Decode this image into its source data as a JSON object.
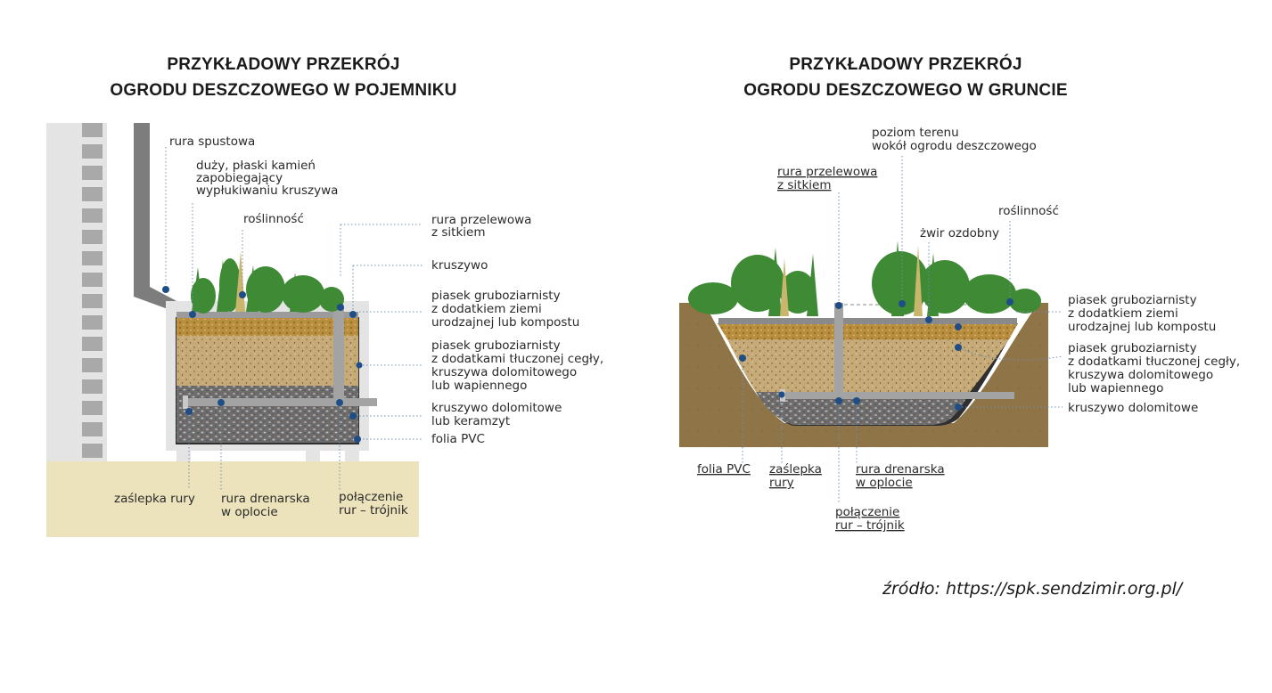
{
  "left": {
    "title_line1": "PRZYKŁADOWY PRZEKRÓJ",
    "title_line2": "OGRODU DESZCZOWEGO W POJEMNIKU",
    "labels": {
      "rura_spustowa": "rura spustowa",
      "kamien_1": "duży, płaski kamień",
      "kamien_2": "zapobiegający",
      "kamien_3": "wypłukiwaniu kruszywa",
      "roslinnosc": "roślinność",
      "rura_przelewowa_1": "rura przelewowa",
      "rura_przelewowa_2": "z sitkiem",
      "kruszywo": "kruszywo",
      "piasek1_1": "piasek gruboziarnisty",
      "piasek1_2": "z dodatkiem ziemi",
      "piasek1_3": "urodzajnej lub kompostu",
      "piasek2_1": "piasek gruboziarnisty",
      "piasek2_2": "z dodatkami tłuczonej cegły,",
      "piasek2_3": "kruszywa dolomitowego",
      "piasek2_4": "lub wapiennego",
      "dolomit_1": "kruszywo dolomitowe",
      "dolomit_2": "lub keramzyt",
      "folia": "folia PVC",
      "zaslepka": "zaślepka rury",
      "drenarska_1": "rura drenarska",
      "drenarska_2": "w oplocie",
      "polaczenie_1": "połączenie",
      "polaczenie_2": "rur – trójnik"
    }
  },
  "right": {
    "title_line1": "PRZYKŁADOWY PRZEKRÓJ",
    "title_line2": "OGRODU DESZCZOWEGO W GRUNCIE",
    "labels": {
      "poziom_1": "poziom terenu",
      "poziom_2": "wokół ogrodu deszczowego",
      "rura_przelewowa_1": "rura przelewowa",
      "rura_przelewowa_2": "z sitkiem",
      "roslinnosc": "roślinność",
      "zwir": "żwir ozdobny",
      "piasek1_1": "piasek gruboziarnisty",
      "piasek1_2": "z dodatkiem ziemi",
      "piasek1_3": "urodzajnej lub kompostu",
      "piasek2_1": "piasek gruboziarnisty",
      "piasek2_2": "z dodatkami tłuczonej cegły,",
      "piasek2_3": "kruszywa dolomitowego",
      "piasek2_4": "lub wapiennego",
      "dolomit": "kruszywo dolomitowe",
      "folia": "folia PVC",
      "zaslepka_1": "zaślepka",
      "zaslepka_2": "rury",
      "drenarska_1": "rura drenarska",
      "drenarska_2": "w oplocie",
      "polaczenie_1": "połączenie",
      "polaczenie_2": "rur – trójnik"
    }
  },
  "source": "źródło: https://spk.sendzimir.org.pl/",
  "colors": {
    "wall": "#e4e4e4",
    "brick": "#a9a9a9",
    "ground_pale": "#ece2bb",
    "soil_top": "#b98d3e",
    "sand_layer": "#c6ab78",
    "gravel_layer": "#6c6c6c",
    "earth": "#8e7446",
    "pipe": "#a3a3a3",
    "plant": "#3f8a35",
    "leader": "#6e8fb5",
    "dot": "#1f4e86"
  }
}
